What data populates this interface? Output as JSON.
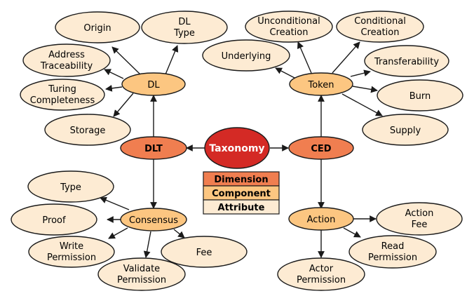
{
  "colors": {
    "attribute": "#fdebd3",
    "component": "#fcc681",
    "dimension": "#f07e50",
    "root": "#d42a25",
    "stroke": "#1a1a1a"
  },
  "nodes": {
    "root": "Taxonomy",
    "dlt": "DLT",
    "ced": "CED",
    "dl": "DL",
    "token": "Token",
    "consensus": "Consensus",
    "action": "Action",
    "origin": "Origin",
    "dl_type": [
      "DL",
      "Type"
    ],
    "address_traceability": [
      "Address",
      "Traceability"
    ],
    "turing_completeness": [
      "Turing",
      "Completeness"
    ],
    "storage": "Storage",
    "unconditional_creation": [
      "Unconditional",
      "Creation"
    ],
    "conditional_creation": [
      "Conditional",
      "Creation"
    ],
    "underlying": "Underlying",
    "transferability": "Transferability",
    "burn": "Burn",
    "supply": "Supply",
    "type": "Type",
    "proof": "Proof",
    "write_permission": [
      "Write",
      "Permission"
    ],
    "validate_permission": [
      "Validate",
      "Permission"
    ],
    "fee": "Fee",
    "action_fee": [
      "Action",
      "Fee"
    ],
    "read_permission": [
      "Read",
      "Permission"
    ],
    "actor_permission": [
      "Actor",
      "Permission"
    ]
  },
  "legend": {
    "dimension": "Dimension",
    "component": "Component",
    "attribute": "Attribute"
  }
}
